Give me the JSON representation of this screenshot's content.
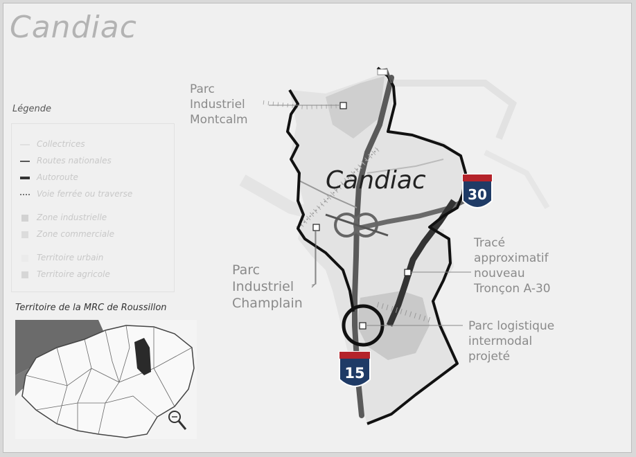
{
  "header": {
    "title": "Candiac"
  },
  "legend": {
    "title": "Légende",
    "items": [
      {
        "label": "Collectrices",
        "symbol": "thin-line"
      },
      {
        "label": "Routes nationales",
        "symbol": "medium-line"
      },
      {
        "label": "Autoroute",
        "symbol": "thick-line"
      },
      {
        "label": "Voie ferrée ou traverse",
        "symbol": "rail-line"
      },
      {
        "label": "Zone industrielle",
        "symbol": "square"
      },
      {
        "label": "Zone commerciale",
        "symbol": "square"
      },
      {
        "label": "Territoire urbain",
        "symbol": "square"
      },
      {
        "label": "Territoire agricole",
        "symbol": "square"
      }
    ]
  },
  "inset": {
    "title": "Territoire de la MRC de Roussillon",
    "zoom_icon": "magnifier-icon"
  },
  "map": {
    "city_label": "Candiac",
    "labels": {
      "parc_montcalm": "Parc\nIndustriel\nMontcalm",
      "parc_champlain": "Parc\nIndustriel\nChamplain",
      "trace_a30": "Tracé\napproximatif\nnouveau\nTronçon A-30",
      "parc_logistique": "Parc logistique\nintermodal\nprojeté"
    },
    "shields": {
      "a30": "30",
      "a15": "15"
    }
  },
  "colors": {
    "boundary": "#111111",
    "highway": "#555555",
    "shield_red": "#b4232a",
    "shield_body": "#1f3b66",
    "label_gray": "#8a8a8a"
  }
}
